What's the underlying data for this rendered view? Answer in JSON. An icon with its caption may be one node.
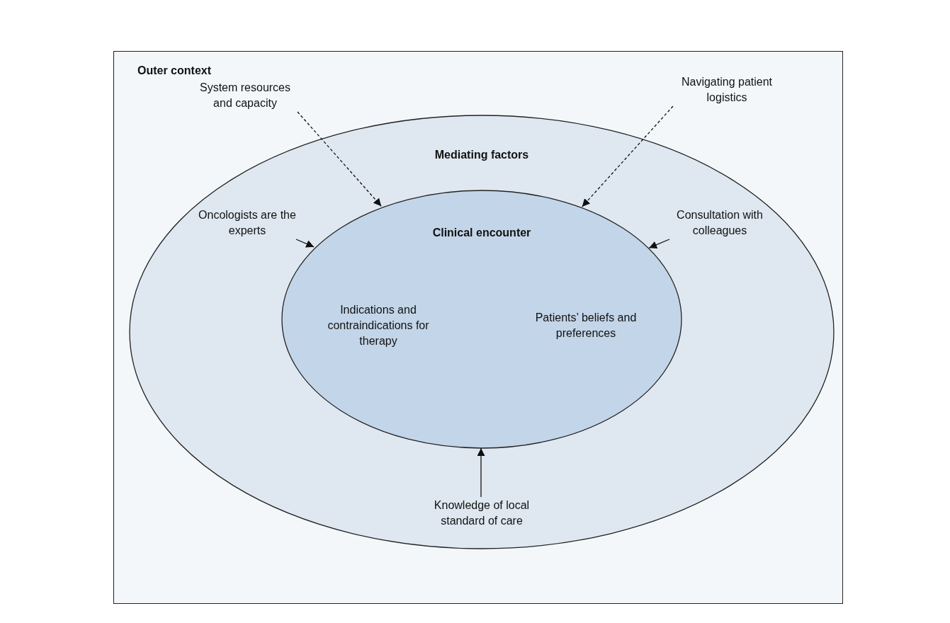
{
  "diagram": {
    "nodes": [
      {
        "text": [
          "Outer context"
        ]
      },
      {
        "text": [
          "Mediating factors"
        ],
        "in": 0
      },
      {
        "text": [
          "Clinical encounter",
          "Indications and contraindications for therapy",
          "Patients’ beliefs and preferences"
        ],
        "in": 1
      },
      {
        "text": [
          "System resources and capacity"
        ],
        "in": 0
      },
      {
        "text": [
          "Navigating patient logistics"
        ],
        "in": 0
      },
      {
        "text": [
          "Oncologists are the experts"
        ],
        "in": 1
      },
      {
        "text": [
          "Consultation with colleagues"
        ],
        "in": 1
      },
      {
        "text": [
          "Knowledge of local standard of care"
        ],
        "in": 1
      }
    ],
    "edges": [
      {
        "from": 3,
        "to": 2,
        "arrow": "to",
        "style": "dashed"
      },
      {
        "from": 4,
        "to": 2,
        "arrow": "to",
        "style": "dashed"
      },
      {
        "from": 5,
        "to": 2,
        "arrow": "to"
      },
      {
        "from": 6,
        "to": 2,
        "arrow": "to"
      },
      {
        "from": 7,
        "to": 2,
        "arrow": "to"
      }
    ]
  }
}
